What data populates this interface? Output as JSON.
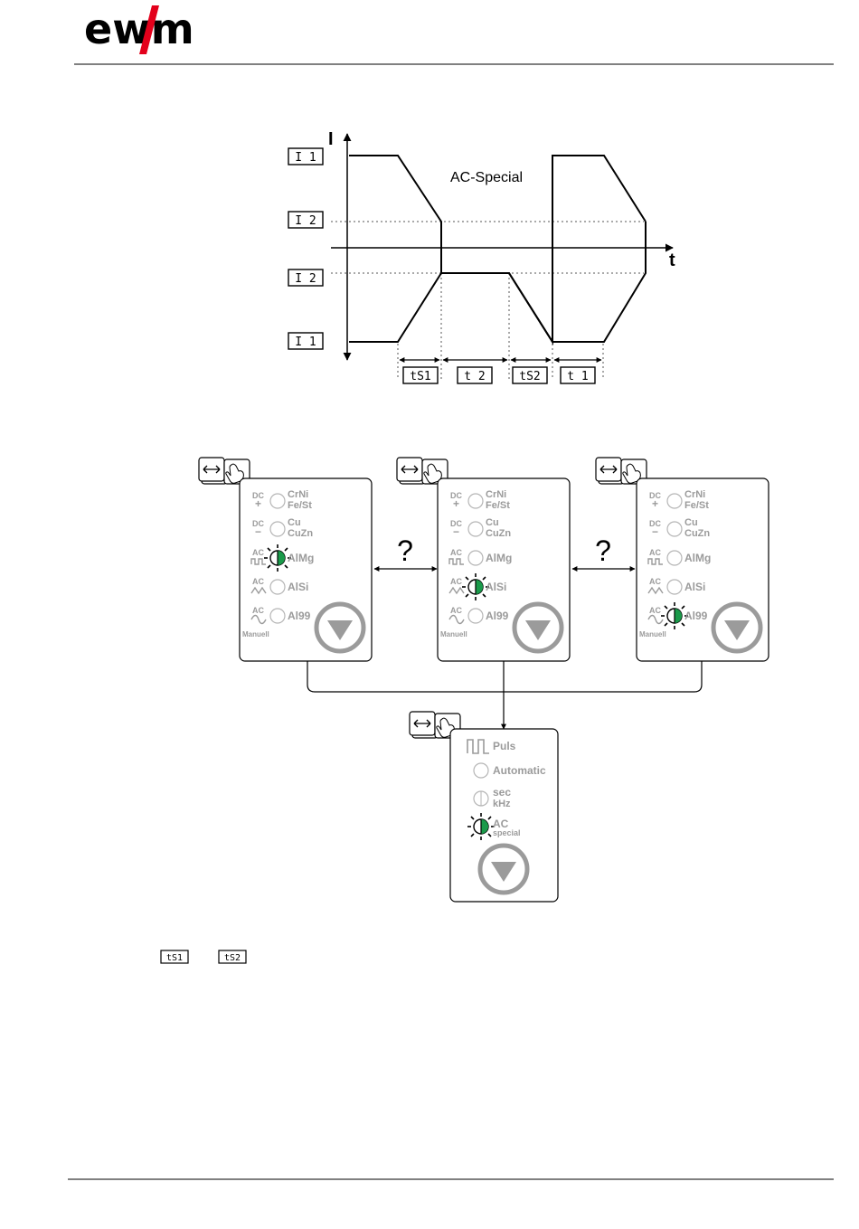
{
  "logo": {
    "text": "ewm",
    "color": "#e3001b"
  },
  "graph": {
    "axis_i": "I",
    "axis_t": "t",
    "label_ac_special": "AC-Special",
    "display_i1_top": "I 1",
    "display_i2_top": "I 2",
    "display_i2_bottom": "I 2",
    "display_i1_bottom": "I 1",
    "display_ts1": "tS1",
    "display_t2": "t 2",
    "display_ts2": "tS2",
    "display_t1": "t 1"
  },
  "panels": [
    {
      "rows": [
        {
          "prefix": "DC",
          "sign": "+",
          "line1": "CrNi",
          "line2": "Fe/St"
        },
        {
          "prefix": "DC",
          "sign": "−",
          "line1": "Cu",
          "line2": "CuZn"
        },
        {
          "prefix": "AC",
          "line1": "AlMg"
        },
        {
          "prefix": "AC",
          "line1": "AlSi"
        },
        {
          "prefix": "AC",
          "line1": "Al99"
        }
      ],
      "footer": "Manuell",
      "active_row": "AlMg"
    },
    {
      "rows": [
        {
          "prefix": "DC",
          "sign": "+",
          "line1": "CrNi",
          "line2": "Fe/St"
        },
        {
          "prefix": "DC",
          "sign": "−",
          "line1": "Cu",
          "line2": "CuZn"
        },
        {
          "prefix": "AC",
          "line1": "AlMg"
        },
        {
          "prefix": "AC",
          "line1": "AlSi"
        },
        {
          "prefix": "AC",
          "line1": "Al99"
        }
      ],
      "footer": "Manuell",
      "active_row": "AlSi"
    },
    {
      "rows": [
        {
          "prefix": "DC",
          "sign": "+",
          "line1": "CrNi",
          "line2": "Fe/St"
        },
        {
          "prefix": "DC",
          "sign": "−",
          "line1": "Cu",
          "line2": "CuZn"
        },
        {
          "prefix": "AC",
          "line1": "AlMg"
        },
        {
          "prefix": "AC",
          "line1": "AlSi"
        },
        {
          "prefix": "AC",
          "line1": "Al99"
        }
      ],
      "footer": "Manuell",
      "active_row": "Al99"
    }
  ],
  "question_mark": "?",
  "bottom_panel": {
    "puls": "Puls",
    "automatic": "Automatic",
    "sec": "sec",
    "khz": "kHz",
    "ac": "AC",
    "special": "special",
    "active_row": "AC special"
  },
  "footnote": {
    "ts1": "tS1",
    "ts2": "tS2"
  },
  "colors": {
    "led_green": "#1a9a4a",
    "panel_gray": "#9b9b9b"
  }
}
